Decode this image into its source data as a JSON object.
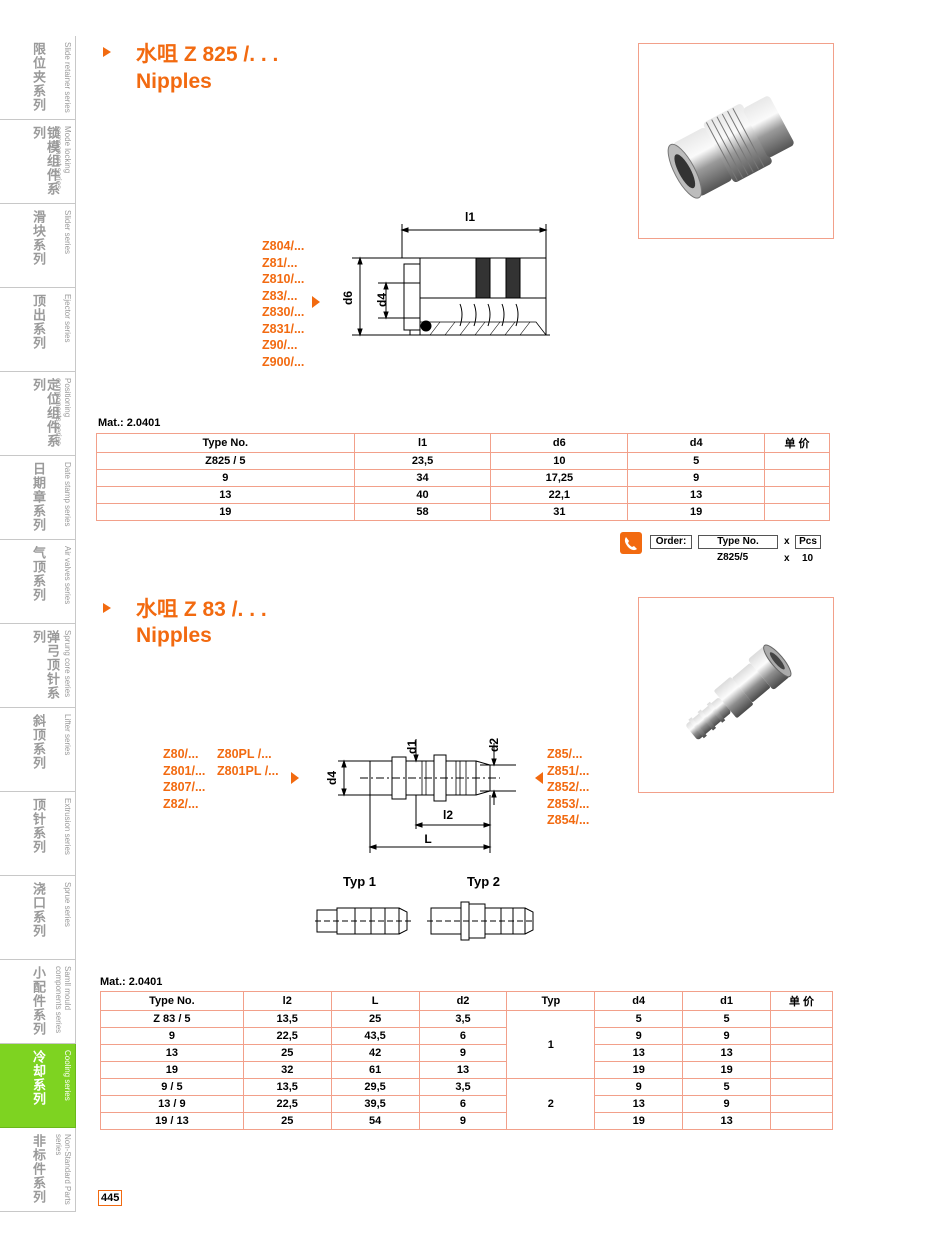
{
  "sidebar": {
    "items": [
      {
        "cn": "限位夹系列",
        "en": "Slide retainer series"
      },
      {
        "cn": "锁模组件系列",
        "en": "Mode locking component series"
      },
      {
        "cn": "滑块系列",
        "en": "Slider series"
      },
      {
        "cn": "顶出系列",
        "en": "Ejector series"
      },
      {
        "cn": "定位组件系列",
        "en": "Positioning components series"
      },
      {
        "cn": "日期章系列",
        "en": "Date stamp series"
      },
      {
        "cn": "气顶系列",
        "en": "Air valves series"
      },
      {
        "cn": "弹弓顶针系列",
        "en": "Sprung core series"
      },
      {
        "cn": "斜顶系列",
        "en": "Lifter series"
      },
      {
        "cn": "顶针系列",
        "en": "Extrusion series"
      },
      {
        "cn": "浇口系列",
        "en": "Sprue series"
      },
      {
        "cn": "小配件系列",
        "en": "Samll mould components series"
      },
      {
        "cn": "冷却系列",
        "en": "Cooling series"
      },
      {
        "cn": "非标件系列",
        "en": "Non-Standard Parts series"
      }
    ],
    "active_index": 12,
    "active_color": "#7ed321"
  },
  "accent_color": "#f26a10",
  "section1": {
    "title_line1": "水咀 Z 825 /. . .",
    "title_line2": "Nipples",
    "left_labels": [
      "Z804/...",
      "Z81/...",
      "Z810/...",
      "Z83/...",
      "Z830/...",
      "Z831/...",
      "Z90/...",
      "Z900/..."
    ],
    "dims": {
      "l1": "l1",
      "d6": "d6",
      "d4": "d4"
    },
    "mat": "Mat.: 2.0401",
    "headers": [
      "Type No.",
      "l1",
      "d6",
      "d4",
      "单 价"
    ],
    "rows": [
      [
        "Z825 / 5",
        "23,5",
        "10",
        "5",
        ""
      ],
      [
        "9",
        "34",
        "17,25",
        "9",
        ""
      ],
      [
        "13",
        "40",
        "22,1",
        "13",
        ""
      ],
      [
        "19",
        "58",
        "31",
        "19",
        ""
      ]
    ],
    "order": {
      "label": "Order:",
      "type_label": "Type No.",
      "x": "x",
      "pcs": "Pcs",
      "type_value": "Z825/5",
      "qty": "10"
    }
  },
  "section2": {
    "title_line1": "水咀 Z 83 /. . .",
    "title_line2": "Nipples",
    "left_labels_col1": [
      "Z80/...",
      "Z801/...",
      "Z807/...",
      "Z82/..."
    ],
    "left_labels_col2": [
      "Z80PL /...",
      "Z801PL /..."
    ],
    "right_labels": [
      "Z85/...",
      "Z851/...",
      "Z852/...",
      "Z853/...",
      "Z854/..."
    ],
    "dims": {
      "d1": "d1",
      "d2": "d2",
      "d4": "d4",
      "l2": "l2",
      "L": "L"
    },
    "typ1": "Typ 1",
    "typ2": "Typ 2",
    "mat": "Mat.: 2.0401",
    "headers": [
      "Type No.",
      "l2",
      "L",
      "d2",
      "Typ",
      "d4",
      "d1",
      "单 价"
    ],
    "rows": [
      [
        "Z 83 / 5",
        "13,5",
        "25",
        "3,5",
        "5",
        "5"
      ],
      [
        "9",
        "22,5",
        "43,5",
        "6",
        "9",
        "9"
      ],
      [
        "13",
        "25",
        "42",
        "9",
        "13",
        "13"
      ],
      [
        "19",
        "32",
        "61",
        "13",
        "19",
        "19"
      ],
      [
        "9 / 5",
        "13,5",
        "29,5",
        "3,5",
        "9",
        "5"
      ],
      [
        "13 / 9",
        "22,5",
        "39,5",
        "6",
        "13",
        "9"
      ],
      [
        "19 / 13",
        "25",
        "54",
        "9",
        "19",
        "13"
      ]
    ],
    "typ_groups": [
      "1",
      "2"
    ]
  },
  "page_number": "445"
}
